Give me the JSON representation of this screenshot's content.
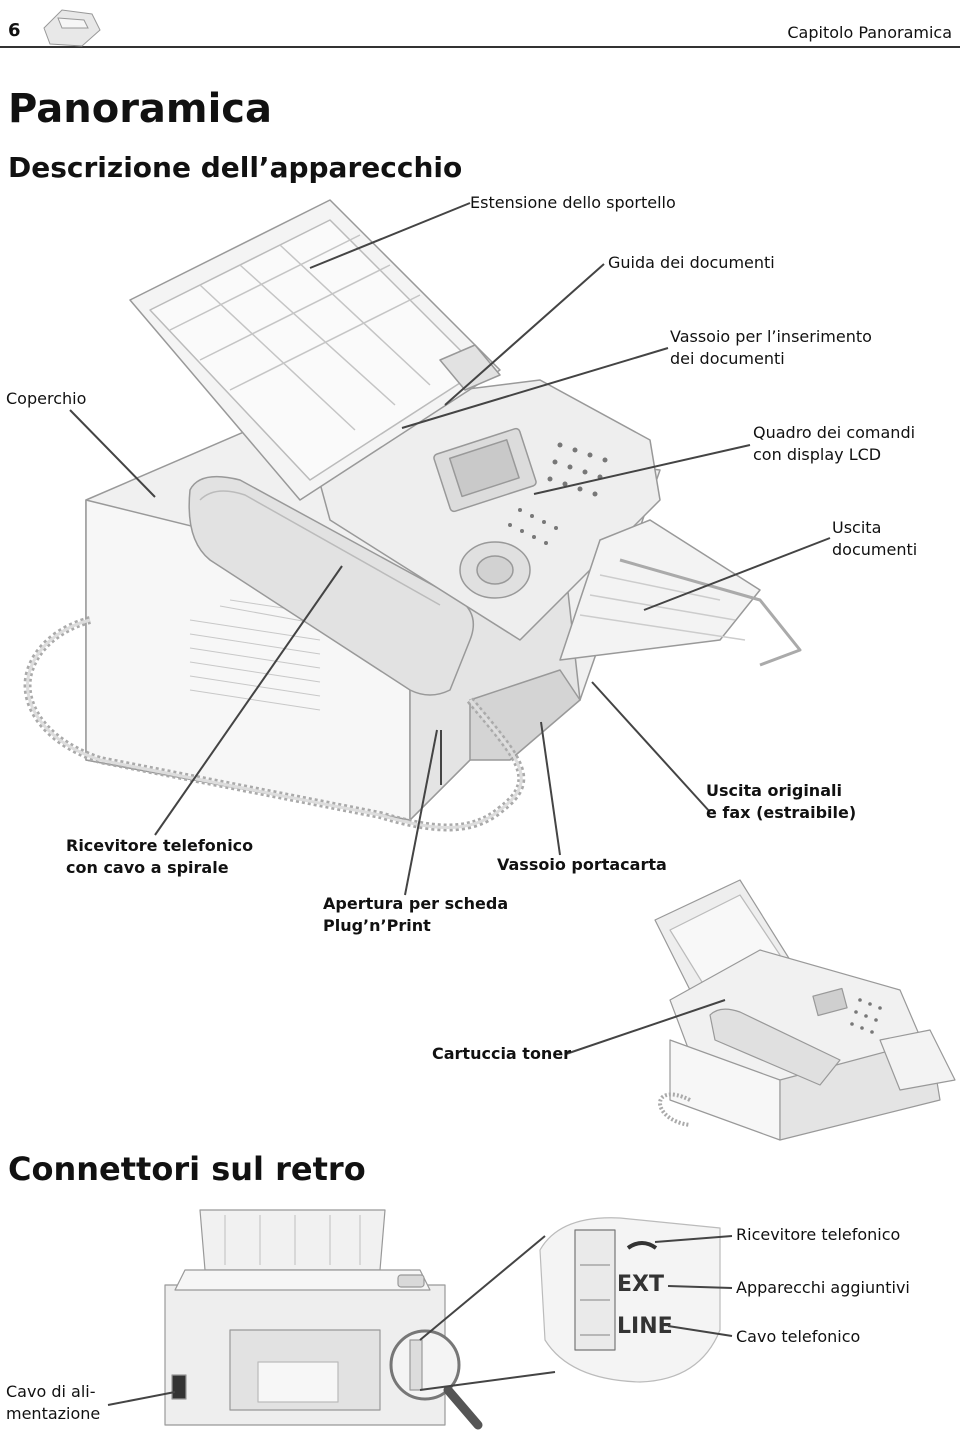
{
  "header": {
    "page_number": "6",
    "chapter": "Capitolo Panoramica"
  },
  "title": "Panoramica",
  "subtitle": "Descrizione dell’apparecchio",
  "callouts": {
    "door_extension": "Estensione dello sportello",
    "document_guide": "Guida dei documenti",
    "document_tray_line1": "Vassoio per l’inserimento",
    "document_tray_line2": "dei documenti",
    "cover": "Coperchio",
    "control_panel_line1": "Quadro dei comandi",
    "control_panel_line2": "con display LCD",
    "document_output_line1": "Uscita",
    "document_output_line2": "documenti",
    "originals_output_line1": "Uscita originali",
    "originals_output_line2": "e fax (estraibile)",
    "handset_line1": "Ricevitore telefonico",
    "handset_line2": "con cavo a spirale",
    "paper_tray": "Vassoio portacarta",
    "card_slot_line1": "Apertura per scheda",
    "card_slot_line2": "Plug’n’Print",
    "toner": "Cartuccia toner"
  },
  "section2_title": "Connettori sul retro",
  "rear_callouts": {
    "handset": "Ricevitore telefonico",
    "ext_devices": "Apparecchi aggiuntivi",
    "phone_cable": "Cavo telefonico",
    "power_cable_line1": "Cavo di ali-",
    "power_cable_line2": "mentazione"
  },
  "jack_labels": {
    "ext": "EXT",
    "line": "LINE"
  }
}
